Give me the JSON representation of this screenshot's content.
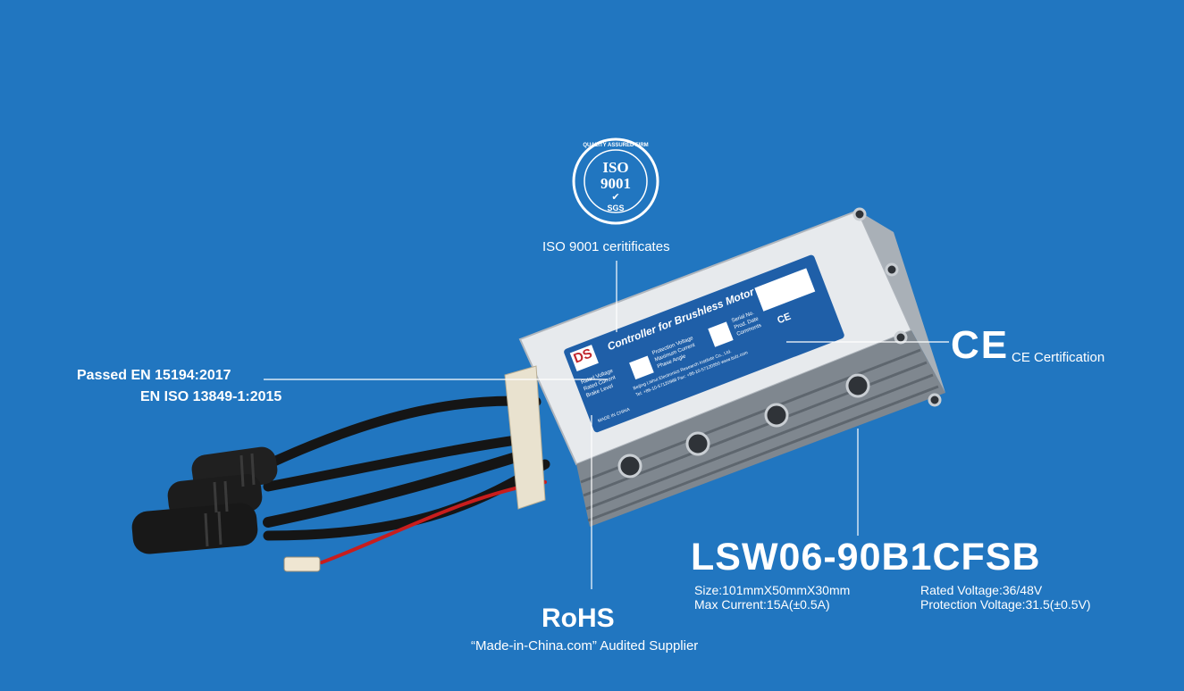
{
  "iso_badge": {
    "ring_text": "QUALITY ASSURED FIRM",
    "iso": "ISO",
    "number": "9001",
    "org": "SGS"
  },
  "callouts": {
    "iso_cert": "ISO 9001 ceritificates",
    "en_line1": "Passed EN 15194:2017",
    "en_line2": "EN ISO 13849-1:2015",
    "ce_mark": "CE",
    "ce_text": "CE Certification",
    "rohs": "RoHS",
    "rohs_sub": "“Made-in-China.com” Audited Supplier"
  },
  "label": {
    "logo": "DS",
    "title": "Controller for Brushless Motor",
    "col1": [
      "Rated Voltage",
      "Rated Current",
      "Brake Level"
    ],
    "col2": [
      "Protection Voltage",
      "Maximum Current",
      "Phase Angle"
    ],
    "col3": [
      "Serial No.",
      "Prod. Date",
      "Commonts"
    ],
    "ce": "CE",
    "company": "Beijing Lishui Electronics Research Institute Co., Ltd.",
    "contact": "Tel: +86-10-57120988  Fax: +86-10-57120950  www.lsdz.com",
    "made_in": "MADE IN CHINA"
  },
  "product": {
    "model": "LSW06-90B1CFSB",
    "specs_left": [
      "Size:101mmX50mmX30mm",
      "Max Current:15A(±0.5A)"
    ],
    "specs_right": [
      "Rated Voltage:36/48V",
      "Protection Voltage:31.5(±0.5V)"
    ]
  },
  "colors": {
    "background": "#2176c0",
    "label_blue": "#1f5fa8",
    "housing": "#d9dde1",
    "cable": "#1a1a1a",
    "red_wire": "#cc1e1e"
  }
}
